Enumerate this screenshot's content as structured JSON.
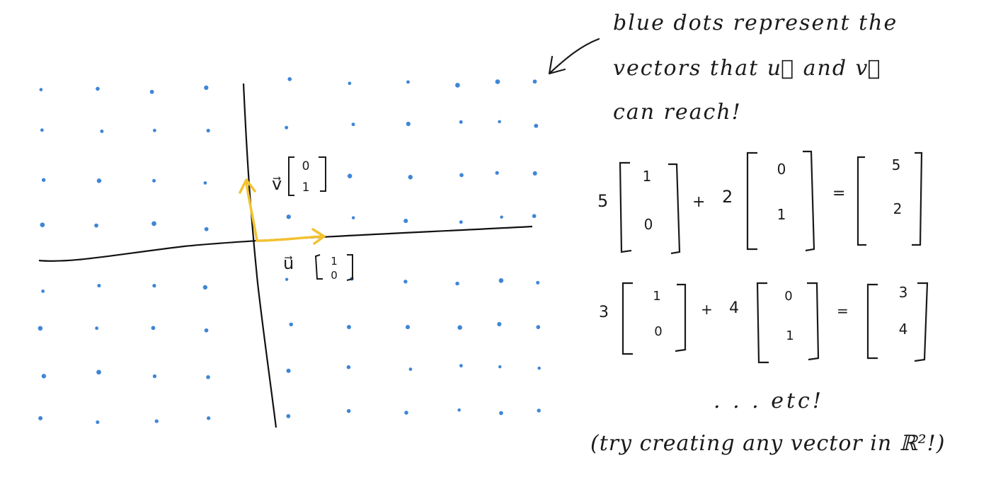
{
  "colors": {
    "dot": "#3f86d6",
    "axis": "#111111",
    "basis": "#f2c230",
    "ink": "#1a1a1a"
  },
  "diagram": {
    "annotation": {
      "lines": [
        "blue dots represent the",
        "vectors that u⃗ and v⃗",
        "can reach!"
      ]
    },
    "basis_v": {
      "label": "v⃗",
      "vector": [
        "0",
        "1"
      ]
    },
    "basis_u": {
      "label": "u⃗",
      "vector": [
        "1",
        "0"
      ]
    },
    "equations": [
      {
        "c1": "5",
        "op": "+",
        "c2": "2",
        "e1": [
          "1",
          "0"
        ],
        "e2": [
          "0",
          "1"
        ],
        "eq": "=",
        "result": [
          "5",
          "2"
        ]
      },
      {
        "c1": "3",
        "op": "+",
        "c2": "4",
        "e1": [
          "1",
          "0"
        ],
        "e2": [
          "0",
          "1"
        ],
        "eq": "=",
        "result": [
          "3",
          "4"
        ]
      }
    ],
    "etc": ". . . etc!",
    "hint": "(try creating any vector in ℝ²!)"
  }
}
